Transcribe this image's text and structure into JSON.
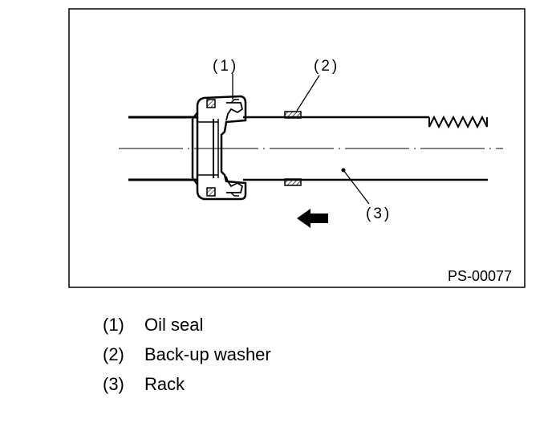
{
  "diagram": {
    "figure_code": "PS-00077",
    "callouts": [
      "(1)",
      "(2)",
      "(3)"
    ]
  },
  "legend": [
    {
      "num": "(1)",
      "label": "Oil seal"
    },
    {
      "num": "(2)",
      "label": "Back-up washer"
    },
    {
      "num": "(3)",
      "label": "Rack"
    }
  ]
}
